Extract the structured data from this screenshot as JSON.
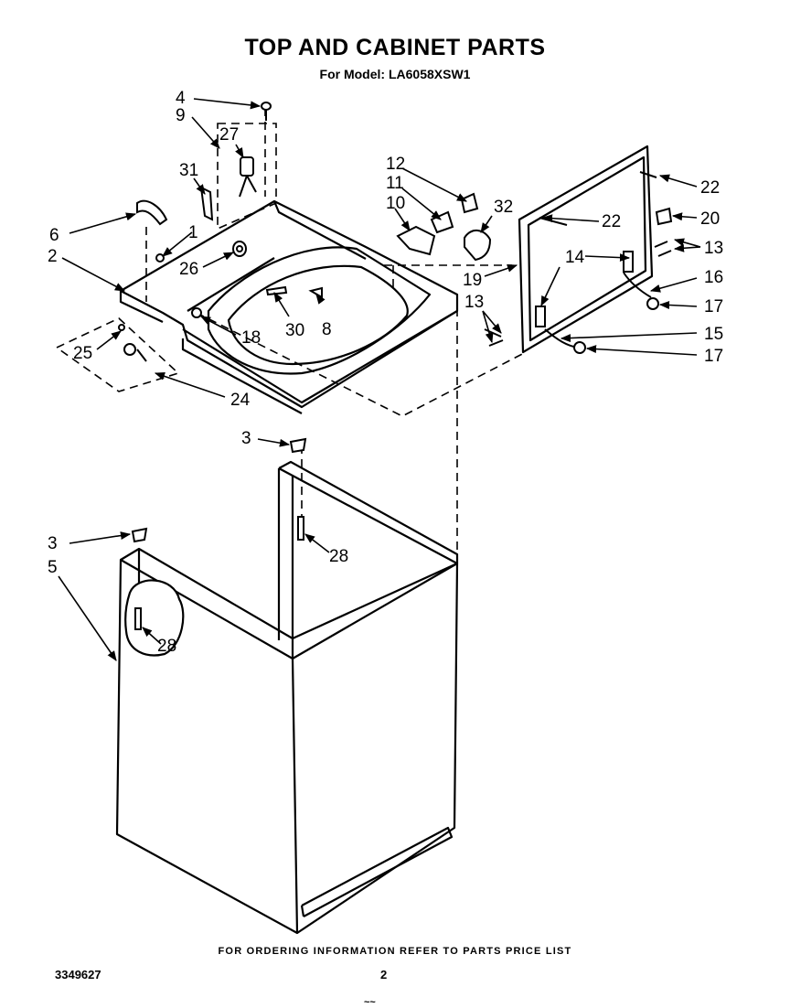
{
  "header": {
    "title": "TOP AND CABINET PARTS",
    "subtitle": "For Model: LA6058XSW1"
  },
  "footer": {
    "note": "FOR ORDERING INFORMATION REFER TO PARTS PRICE LIST",
    "doc_number": "3349627",
    "page_number": "2",
    "cutoff_text": "~~"
  },
  "callouts": [
    {
      "id": "c4",
      "label": "4"
    },
    {
      "id": "c9",
      "label": "9"
    },
    {
      "id": "c27",
      "label": "27"
    },
    {
      "id": "c31",
      "label": "31"
    },
    {
      "id": "c6",
      "label": "6"
    },
    {
      "id": "c1",
      "label": "1"
    },
    {
      "id": "c2",
      "label": "2"
    },
    {
      "id": "c26",
      "label": "26"
    },
    {
      "id": "c25",
      "label": "25"
    },
    {
      "id": "c24",
      "label": "24"
    },
    {
      "id": "c18",
      "label": "18"
    },
    {
      "id": "c30",
      "label": "30"
    },
    {
      "id": "c8",
      "label": "8"
    },
    {
      "id": "c12",
      "label": "12"
    },
    {
      "id": "c11",
      "label": "11"
    },
    {
      "id": "c10",
      "label": "10"
    },
    {
      "id": "c32",
      "label": "32"
    },
    {
      "id": "c19",
      "label": "19"
    },
    {
      "id": "c22a",
      "label": "22"
    },
    {
      "id": "c22b",
      "label": "22"
    },
    {
      "id": "c20",
      "label": "20"
    },
    {
      "id": "c13a",
      "label": "13"
    },
    {
      "id": "c14",
      "label": "14"
    },
    {
      "id": "c16",
      "label": "16"
    },
    {
      "id": "c17a",
      "label": "17"
    },
    {
      "id": "c13b",
      "label": "13"
    },
    {
      "id": "c15",
      "label": "15"
    },
    {
      "id": "c17b",
      "label": "17"
    },
    {
      "id": "c3a",
      "label": "3"
    },
    {
      "id": "c28a",
      "label": "28"
    },
    {
      "id": "c3b",
      "label": "3"
    },
    {
      "id": "c5",
      "label": "5"
    },
    {
      "id": "c28b",
      "label": "28"
    }
  ]
}
